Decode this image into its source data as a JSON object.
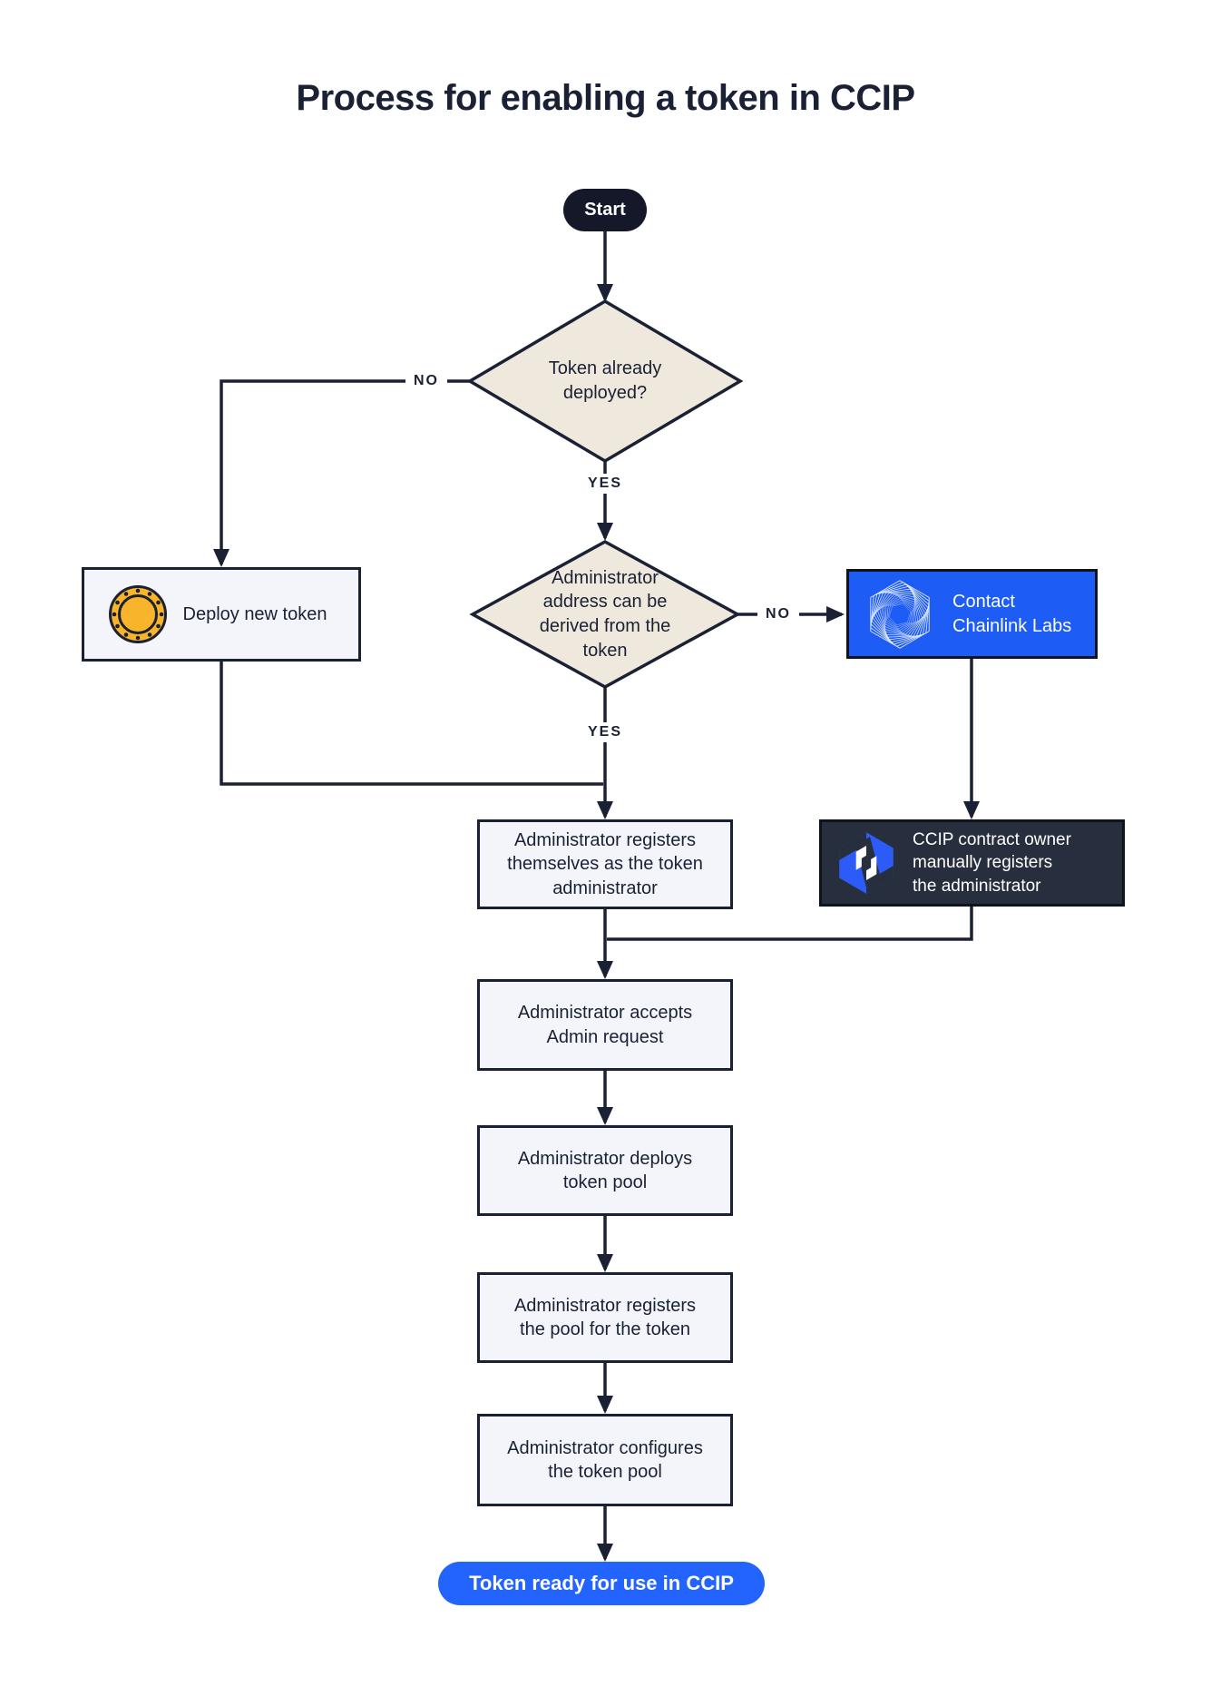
{
  "title": "Process for enabling a token in CCIP",
  "colors": {
    "bg": "#FFFFFF",
    "navy": "#1B2135",
    "navy-fill": "#141829",
    "ink": "#0F131E",
    "beige": "#EFE8DC",
    "light": "#F3F5FA",
    "blue": "#1D5CF5",
    "blue-bright": "#2363FE",
    "slate": "#272E3E",
    "gold": "#F8B42A",
    "icon-blue": "#2D5BF7"
  },
  "nodes": {
    "start": {
      "label": "Start"
    },
    "token_deployed_decision": {
      "label": "Token already\ndeployed?"
    },
    "deploy_new_token": {
      "label": "Deploy new token",
      "icon": "coin-icon"
    },
    "admin_derived_decision": {
      "label": "Administrator\naddress can be\nderived from the\ntoken"
    },
    "contact_chainlink": {
      "label": "Contact\nChainlink Labs",
      "icon": "chainlink-labs-icon"
    },
    "ccip_owner_registers": {
      "label": "CCIP contract owner\nmanually registers\nthe administrator",
      "icon": "ccip-icon"
    },
    "admin_registers": {
      "label": "Administrator registers\nthemselves as the token\nadministrator"
    },
    "admin_accepts": {
      "label": "Administrator accepts\nAdmin request"
    },
    "admin_deploys_pool": {
      "label": "Administrator deploys\ntoken pool"
    },
    "admin_registers_pool": {
      "label": "Administrator registers\nthe pool for the token"
    },
    "admin_configures_pool": {
      "label": "Administrator configures\nthe token pool"
    },
    "end": {
      "label": "Token ready for use in CCIP"
    }
  },
  "edge_labels": {
    "no_top": "NO",
    "yes_top": "YES",
    "no_mid": "NO",
    "yes_mid": "YES"
  }
}
